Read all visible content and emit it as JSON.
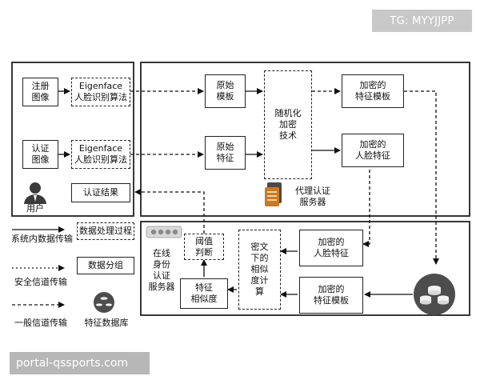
{
  "watermarks": {
    "top_right": "TG: MYYJJPP",
    "bottom_left": "portal-qssports.com"
  },
  "client": {
    "register_image": "注册\n图像",
    "auth_image": "认证\n图像",
    "eigenface_1": "Eigenface\n人脸识别算法",
    "eigenface_2": "Eigenface\n人脸识别算法",
    "auth_result": "认证结果",
    "user_label": "用户"
  },
  "proxy": {
    "raw_template": "原始\n模板",
    "raw_feature": "原始\n特征",
    "random_encrypt": "随机化\n加密\n技术",
    "enc_template": "加密的\n特征模板",
    "enc_face_feature": "加密的\n人脸特征",
    "server_label": "代理认证\n服务器"
  },
  "online": {
    "threshold": "阈值\n判断",
    "ciphertext_similarity": "密文\n下的\n相似\n度计\n算",
    "enc_face_feature": "加密的\n人脸特征",
    "enc_template": "加密的\n特征模板",
    "feature_similarity": "特征\n相似度",
    "server_label": "在线\n身份\n认证\n服务器"
  },
  "legend": {
    "internal_transfer": "系统内数据传输",
    "secure_channel": "安全信道传输",
    "general_channel": "一般信道传输",
    "data_process": "数据处理过程",
    "data_group": "数据分组",
    "feature_db": "特征数据库"
  }
}
